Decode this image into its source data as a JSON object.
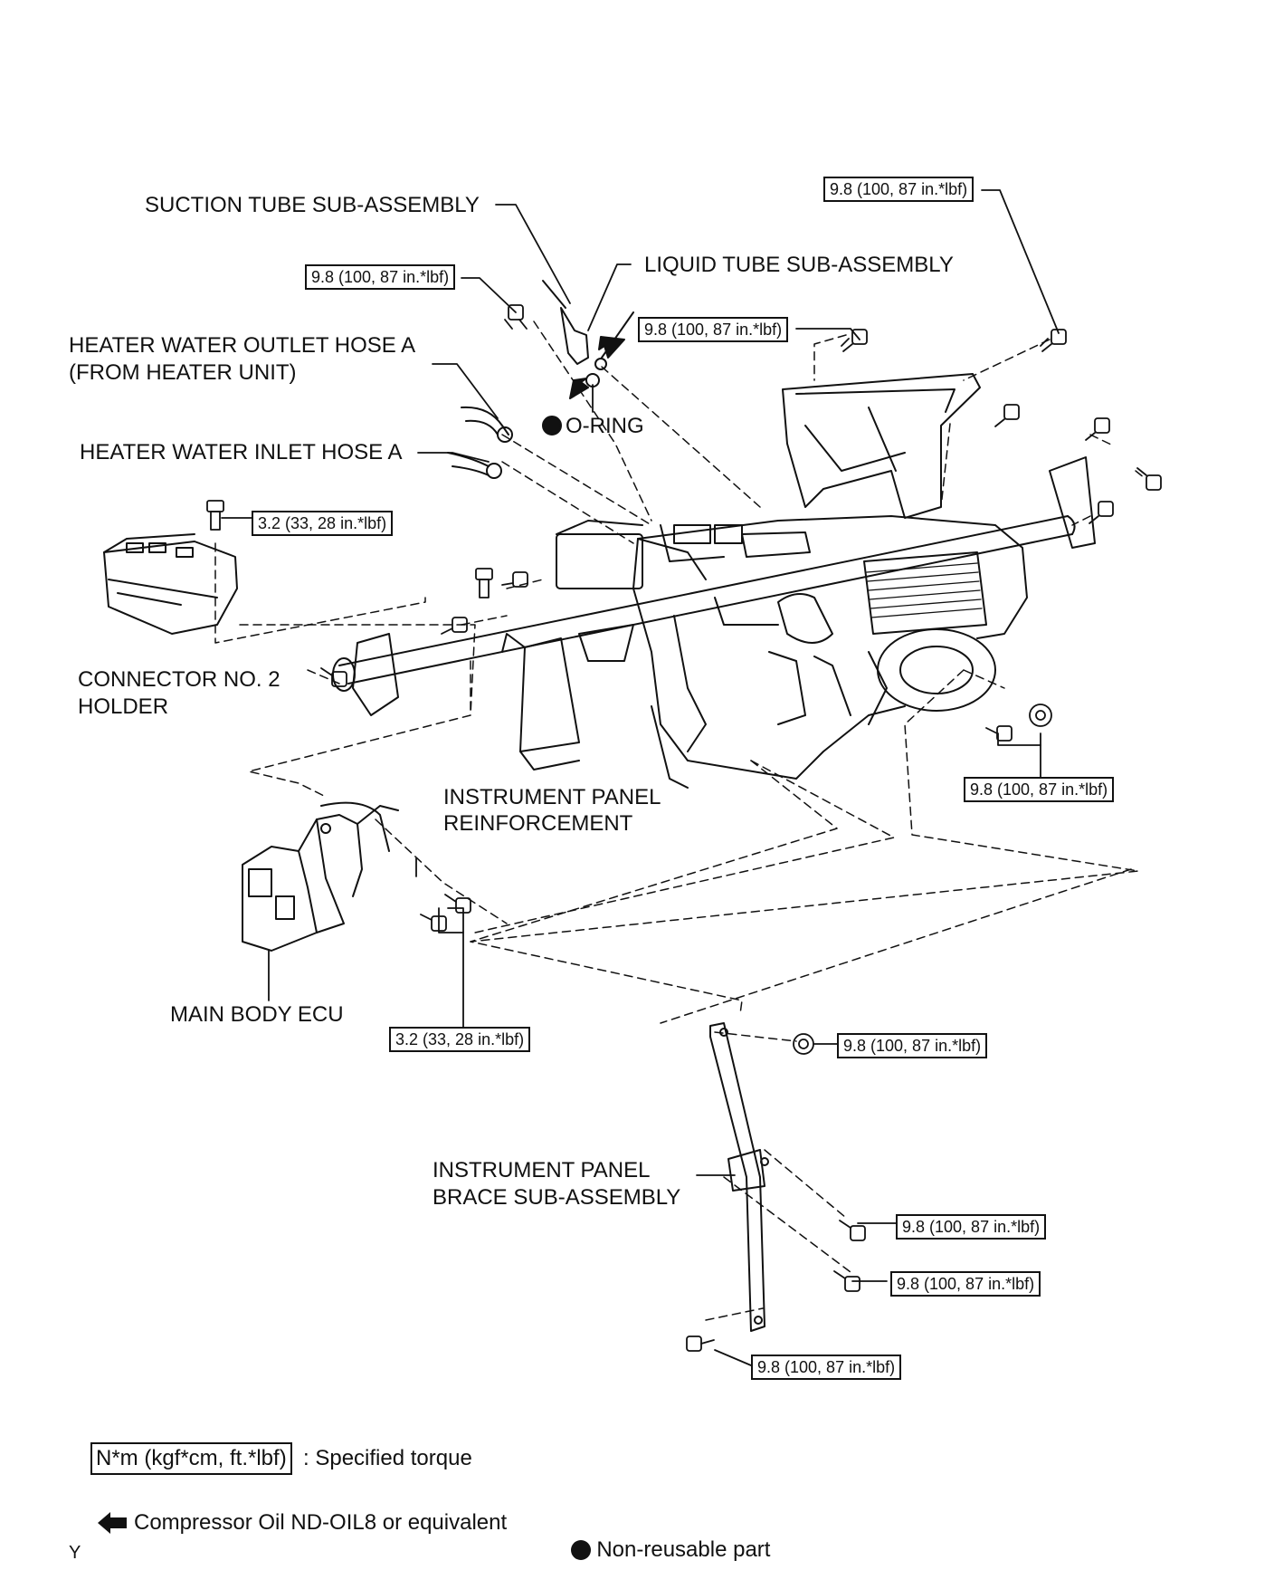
{
  "labels": {
    "suction_tube": "SUCTION TUBE SUB-ASSEMBLY",
    "liquid_tube": "LIQUID TUBE SUB-ASSEMBLY",
    "heater_outlet_1": "HEATER WATER OUTLET HOSE A",
    "heater_outlet_2": "(FROM HEATER UNIT)",
    "o_ring": "O-RING",
    "heater_inlet": "HEATER WATER INLET HOSE A",
    "connector_1": "CONNECTOR NO. 2",
    "connector_2": "HOLDER",
    "ip_reinf_1": "INSTRUMENT PANEL",
    "ip_reinf_2": "REINFORCEMENT",
    "main_ecu": "MAIN BODY ECU",
    "brace_1": "INSTRUMENT PANEL",
    "brace_2": "BRACE SUB-ASSEMBLY"
  },
  "torques": {
    "t1": "9.8 (100, 87 in.*lbf)",
    "t2": "9.8 (100, 87 in.*lbf)",
    "t3": "9.8 (100, 87 in.*lbf)",
    "t4": "3.2 (33, 28 in.*lbf)",
    "t5": "9.8 (100, 87 in.*lbf)",
    "t6": "3.2 (33, 28 in.*lbf)",
    "t7": "9.8 (100, 87 in.*lbf)",
    "t8": "9.8 (100, 87 in.*lbf)",
    "t9": "9.8 (100, 87 in.*lbf)",
    "t10": "9.8 (100, 87 in.*lbf)"
  },
  "legend": {
    "unit_box": "N*m (kgf*cm, ft.*lbf)",
    "unit_desc": ": Specified torque",
    "oil": "Compressor Oil ND-OIL8 or equivalent",
    "nonreusable": "Non-reusable part"
  },
  "footer": {
    "code": "Y"
  }
}
